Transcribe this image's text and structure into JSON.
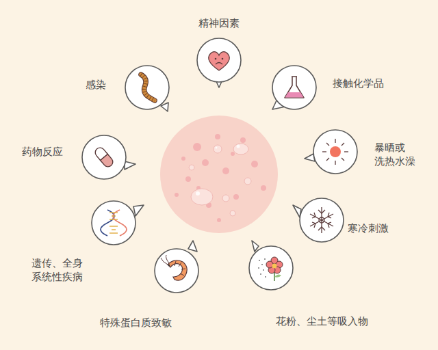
{
  "diagram": {
    "nodes": [
      {
        "text": [
          "精神因素"
        ]
      },
      {
        "text": [
          "接触化学品"
        ]
      },
      {
        "text": [
          "暴晒或 洗热水澡"
        ]
      },
      {
        "text": [
          "寒冷刺激"
        ]
      },
      {
        "text": [
          "花粉、尘土等吸入物"
        ]
      },
      {
        "text": [
          "特殊蛋白质致敏"
        ]
      },
      {
        "text": [
          "遗传、全身 系统性疾病"
        ]
      },
      {
        "text": [
          "药物反应"
        ]
      },
      {
        "text": [
          "感染"
        ]
      }
    ]
  }
}
